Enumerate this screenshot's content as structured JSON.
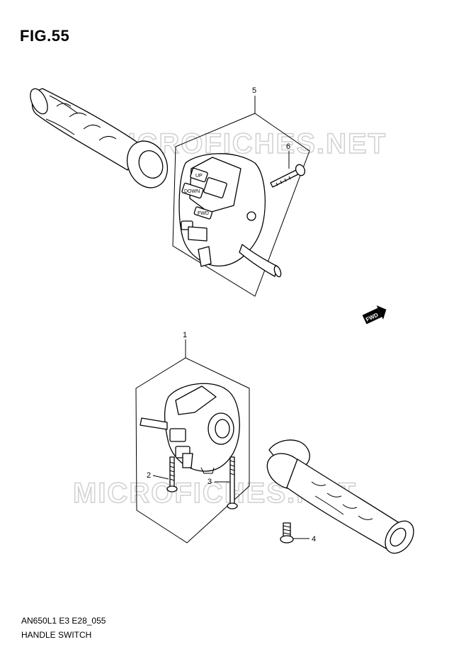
{
  "figure": {
    "title": "FIG.55",
    "code": "AN650L1 E3 E28_055",
    "name": "HANDLE SWITCH"
  },
  "watermark": {
    "text": "MICROFICHES.NET"
  },
  "callouts": {
    "part_1": "1",
    "part_2": "2",
    "part_3": "3",
    "part_4": "4",
    "part_5": "5",
    "part_6": "6"
  },
  "switch_labels": {
    "up": "UP",
    "down": "DOWN",
    "fwd": "FWD"
  },
  "direction_badge": {
    "text": "FWD"
  },
  "colors": {
    "line": "#000000",
    "background": "#ffffff",
    "watermark_outline": "#d0d0d0"
  }
}
